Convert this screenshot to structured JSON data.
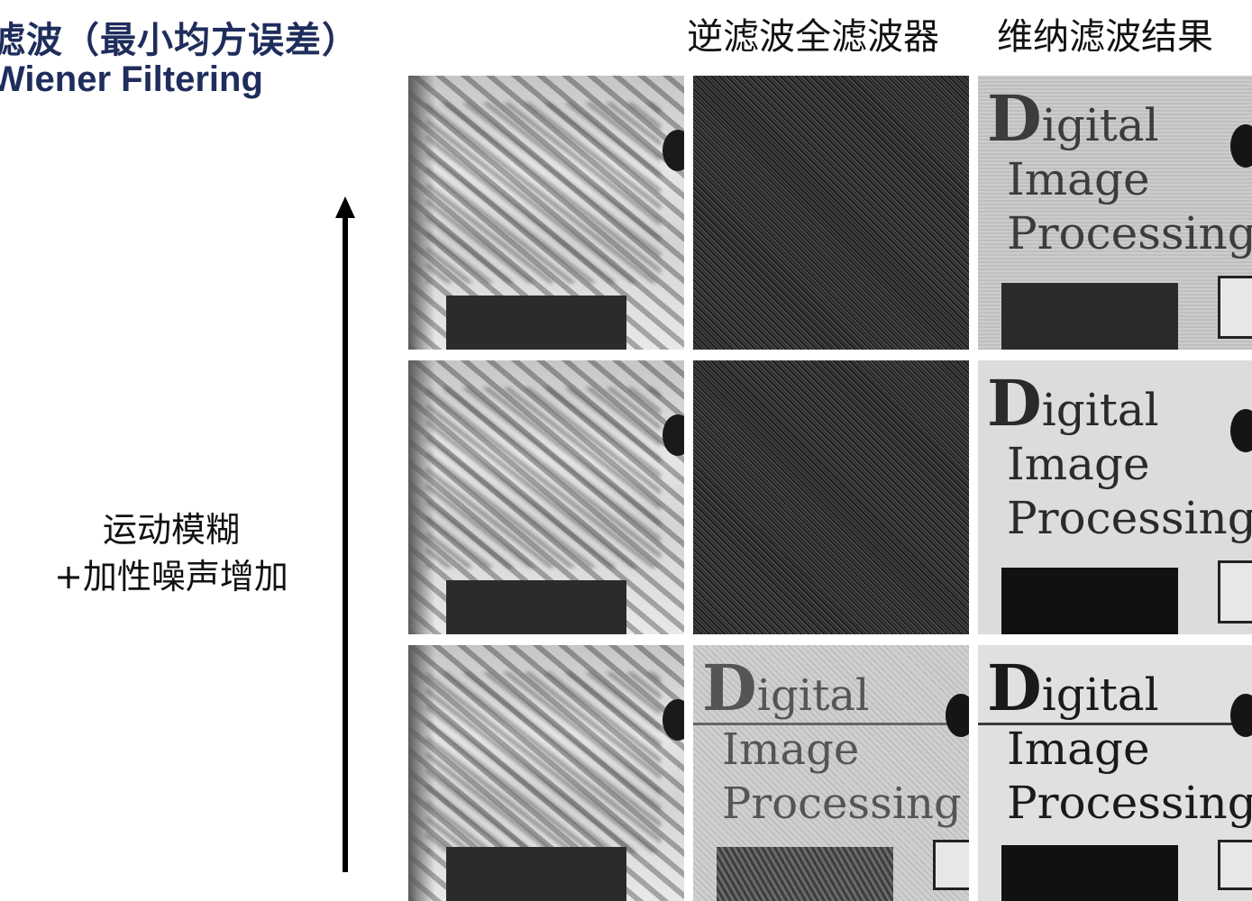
{
  "header": {
    "title_zh": "滤波（最小均方误差）",
    "title_en": "Wiener Filtering"
  },
  "columns": {
    "inverse_filter": "逆滤波全滤波器",
    "wiener_result": "维纳滤波结果"
  },
  "side_label": {
    "line1": "运动模糊",
    "line2": "+加性噪声增加"
  },
  "image_text": {
    "line1_initial": "D",
    "line1_rest": "igital",
    "line2": "Image",
    "line3": "Processing"
  },
  "colors": {
    "title": "#1f2d5c"
  }
}
